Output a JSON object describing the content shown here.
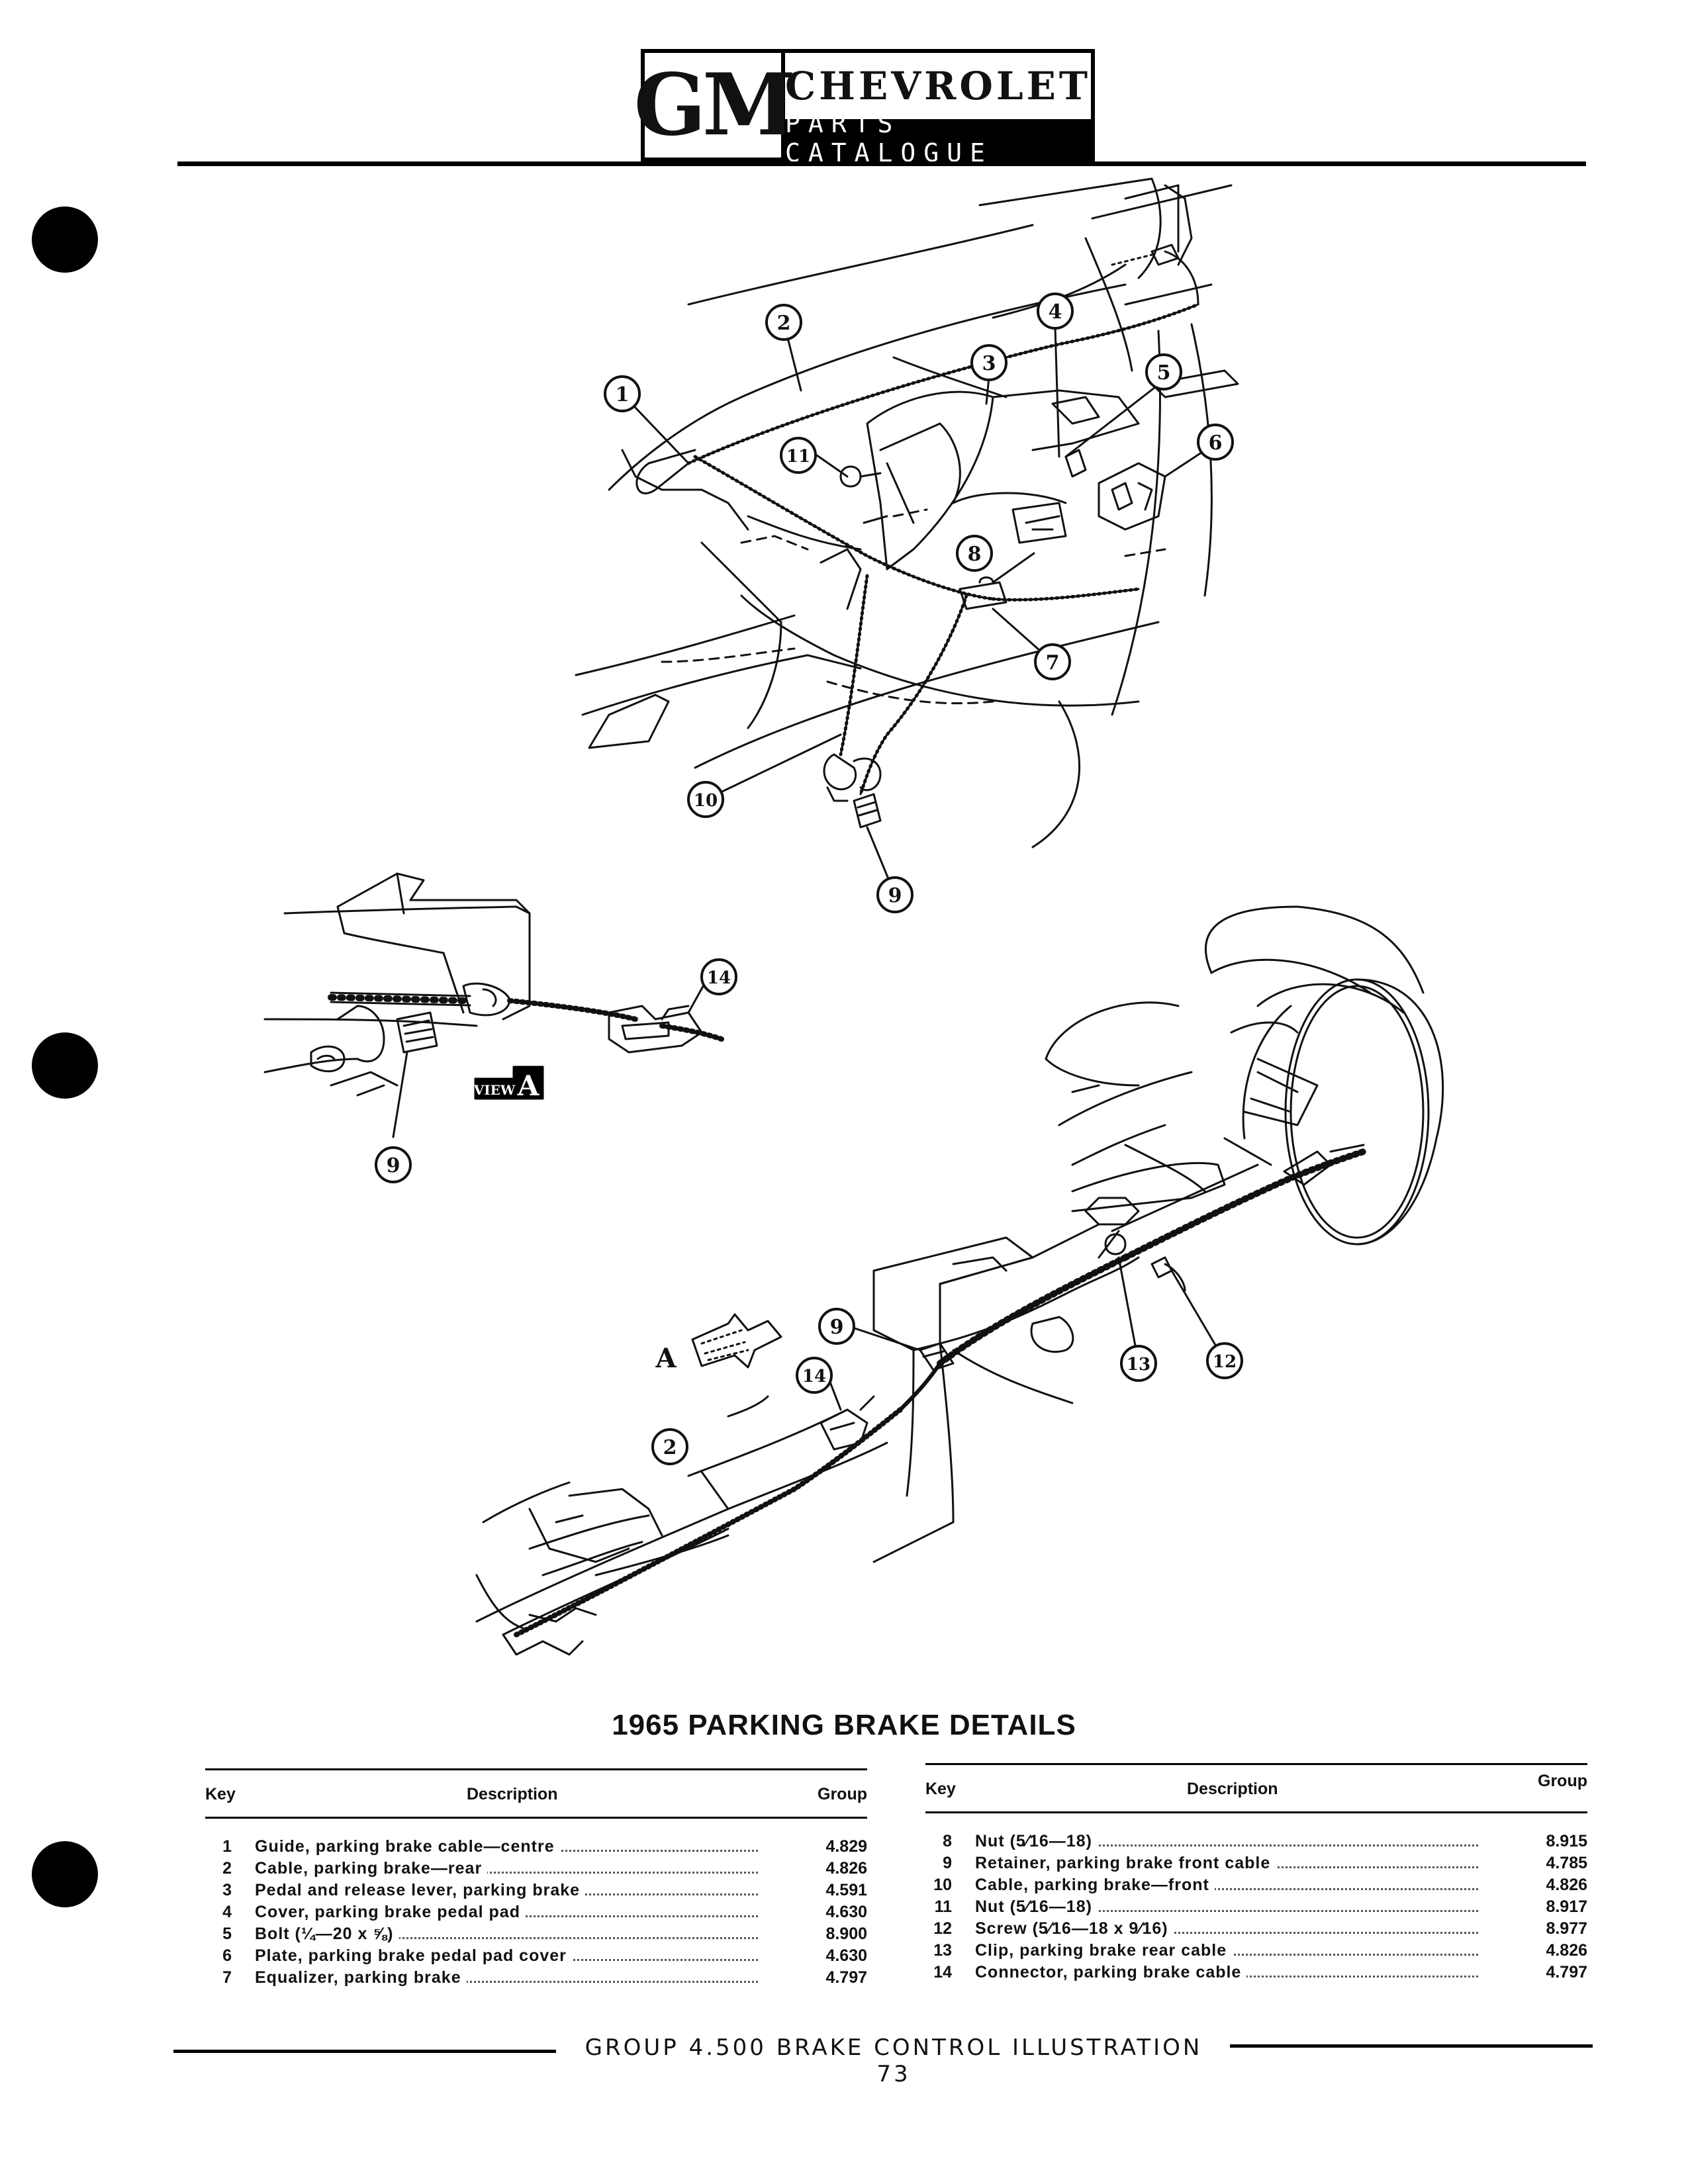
{
  "header": {
    "logo": "GM",
    "brand": "CHEVROLET",
    "subtitle": "PARTS CATALOGUE"
  },
  "callouts": {
    "c1": "1",
    "c2": "2",
    "c3": "3",
    "c4": "4",
    "c5": "5",
    "c6": "6",
    "c7": "7",
    "c8": "8",
    "c9": "9",
    "c10": "10",
    "c11": "11",
    "c14": "14",
    "c9b": "9",
    "c9c": "9",
    "c14b": "14",
    "c2b": "2",
    "c13": "13",
    "c12": "12"
  },
  "view_label": {
    "word": "VIEW",
    "letter": "A"
  },
  "arrow_label": "A",
  "title": "1965 PARKING BRAKE DETAILS",
  "table_headers": {
    "key": "Key",
    "description": "Description",
    "group": "Group"
  },
  "parts_left": [
    {
      "key": "1",
      "description": "Guide, parking brake cable—centre",
      "group": "4.829"
    },
    {
      "key": "2",
      "description": "Cable, parking brake—rear",
      "group": "4.826"
    },
    {
      "key": "3",
      "description": "Pedal and release lever, parking brake",
      "group": "4.591"
    },
    {
      "key": "4",
      "description": "Cover, parking brake pedal pad",
      "group": "4.630"
    },
    {
      "key": "5",
      "description": "Bolt (¼—20 x ⅝)",
      "group": "8.900"
    },
    {
      "key": "6",
      "description": "Plate, parking brake pedal pad cover",
      "group": "4.630"
    },
    {
      "key": "7",
      "description": "Equalizer, parking brake",
      "group": "4.797"
    }
  ],
  "parts_right": [
    {
      "key": "8",
      "description": "Nut (5⁄16—18)",
      "group": "8.915"
    },
    {
      "key": "9",
      "description": "Retainer, parking brake front cable",
      "group": "4.785"
    },
    {
      "key": "10",
      "description": "Cable, parking brake—front",
      "group": "4.826"
    },
    {
      "key": "11",
      "description": "Nut (5⁄16—18)",
      "group": "8.917"
    },
    {
      "key": "12",
      "description": "Screw (5⁄16—18 x 9⁄16)",
      "group": "8.977"
    },
    {
      "key": "13",
      "description": "Clip, parking brake rear cable",
      "group": "4.826"
    },
    {
      "key": "14",
      "description": "Connector, parking brake cable",
      "group": "4.797"
    }
  ],
  "footer": "GROUP 4.500 BRAKE CONTROL ILLUSTRATION 73"
}
